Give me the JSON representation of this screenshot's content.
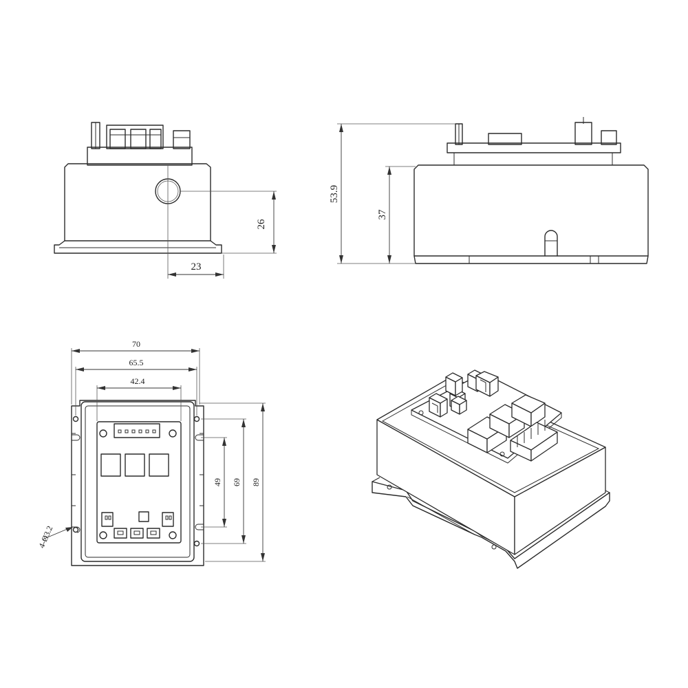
{
  "dimensions": {
    "front_hole_offset": "23",
    "front_hole_height": "26",
    "side_total_height": "53.9",
    "side_body_height": "37",
    "top_width_overall": "70",
    "top_width_holes": "65.5",
    "top_width_board": "42.4",
    "top_hole_pitch_inner": "49",
    "top_hole_pitch_mid": "69",
    "top_length_overall": "89",
    "mount_holes_callout": "4-Ø3.2"
  }
}
